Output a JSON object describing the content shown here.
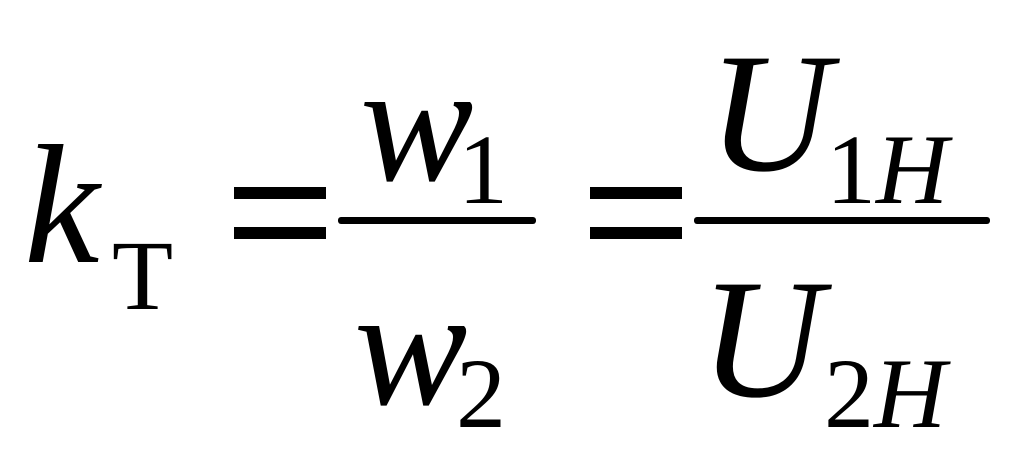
{
  "formula": {
    "lhs": {
      "symbol": "k",
      "subscript": "Т"
    },
    "equals": "=",
    "fraction1": {
      "numerator": {
        "symbol": "w",
        "subscript": "1"
      },
      "denominator": {
        "symbol": "w",
        "subscript": "2"
      }
    },
    "fraction2": {
      "numerator": {
        "symbol": "U",
        "subscript_number": "1",
        "subscript_letter": "H"
      },
      "denominator": {
        "symbol": "U",
        "subscript_number": "2",
        "subscript_letter": "H"
      }
    }
  }
}
